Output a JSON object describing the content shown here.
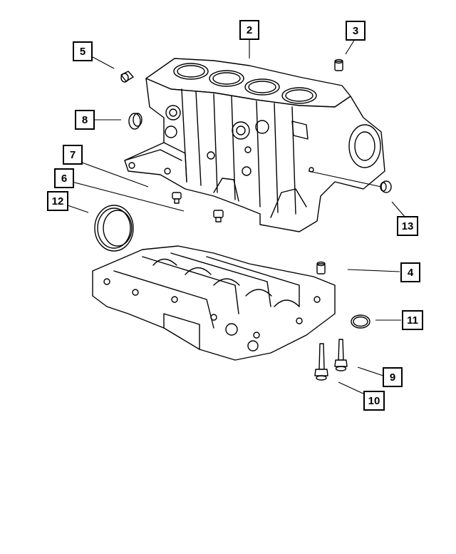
{
  "callouts": [
    {
      "id": "2",
      "label": "2"
    },
    {
      "id": "3",
      "label": "3"
    },
    {
      "id": "5",
      "label": "5"
    },
    {
      "id": "8",
      "label": "8"
    },
    {
      "id": "7",
      "label": "7"
    },
    {
      "id": "6",
      "label": "6"
    },
    {
      "id": "12",
      "label": "12"
    },
    {
      "id": "13",
      "label": "13"
    },
    {
      "id": "4",
      "label": "4"
    },
    {
      "id": "11",
      "label": "11"
    },
    {
      "id": "9",
      "label": "9"
    },
    {
      "id": "10",
      "label": "10"
    }
  ]
}
